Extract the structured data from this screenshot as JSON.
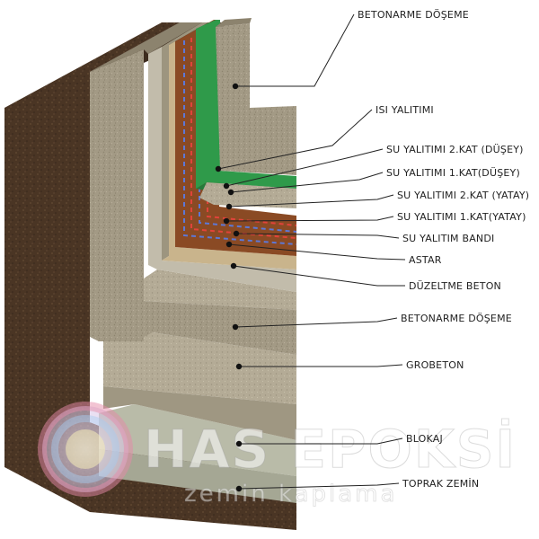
{
  "labels": [
    "BETONARME DÖŞEME",
    "ISI YALITIMI",
    "SU YALITIMI 2.KAT (DÜŞEY)",
    "SU YALITIMI 1.KAT(DÜŞEY)",
    "SU YALITIMI 2.KAT (YATAY)",
    "SU YALITIMI 1.KAT(YATAY)",
    "SU YALITIM BANDI",
    "ASTAR",
    "DÜZELTME BETON",
    "BETONARME DÖŞEME",
    "GROBETON",
    "BLOKAJ",
    "TOPRAK ZEMİN"
  ],
  "watermark": {
    "brand": "HAS EPOKSİ",
    "tagline": "zemin kaplama"
  },
  "colors": {
    "soil": "#4a3524",
    "concrete": "#a39a85",
    "thermal_insulation": "#2f9a4a",
    "membrane": "#8a4a24",
    "primer": "#c9b48c",
    "blokaj": "#b9bba8",
    "stripe_blue": "#5d78d6",
    "stripe_red": "#e0433a"
  }
}
